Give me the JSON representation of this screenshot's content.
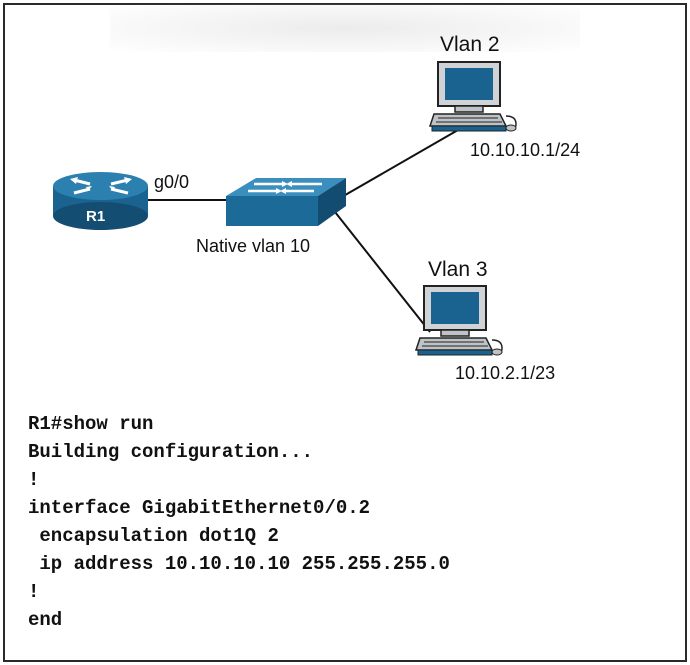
{
  "diagram": {
    "router": {
      "name": "R1",
      "port": "g0/0"
    },
    "switch": {
      "label": "Native vlan 10"
    },
    "hosts": [
      {
        "vlan": "Vlan 2",
        "ip": "10.10.10.1/24"
      },
      {
        "vlan": "Vlan 3",
        "ip": "10.10.2.1/23"
      }
    ],
    "colors": {
      "device_blue": "#1f6e9c",
      "device_dark": "#0f4566",
      "link": "#111111",
      "pc_gray": "#bfc3c7"
    }
  },
  "config": {
    "lines": [
      "R1#show run",
      "Building configuration...",
      "!",
      "interface GigabitEthernet0/0.2",
      " encapsulation dot1Q 2",
      " ip address 10.10.10.10 255.255.255.0",
      "!",
      "end"
    ]
  }
}
